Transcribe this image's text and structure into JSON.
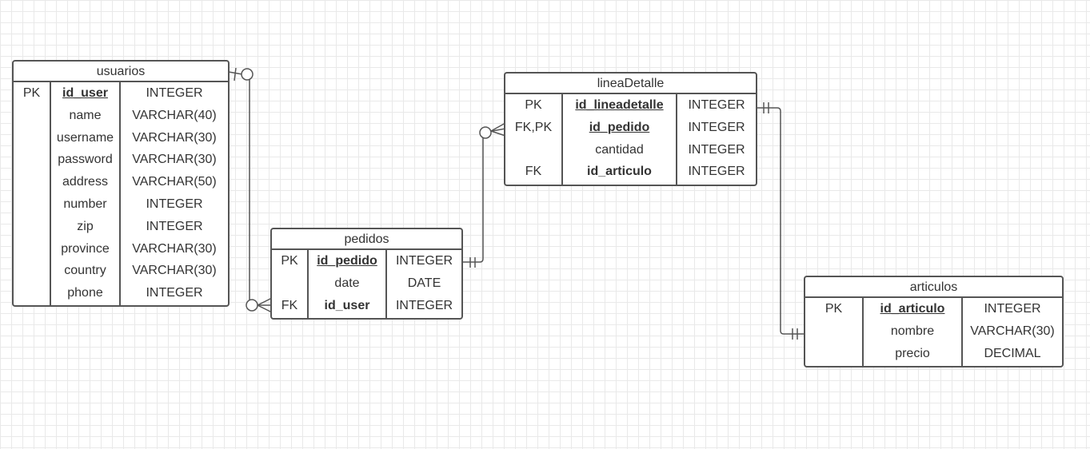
{
  "entities": [
    {
      "id": "usuarios",
      "title": "usuarios",
      "rows": [
        {
          "key": "PK",
          "name": "id_user",
          "type": "INTEGER",
          "style": "pk"
        },
        {
          "key": "",
          "name": "name",
          "type": "VARCHAR(40)",
          "style": ""
        },
        {
          "key": "",
          "name": "username",
          "type": "VARCHAR(30)",
          "style": ""
        },
        {
          "key": "",
          "name": "password",
          "type": "VARCHAR(30)",
          "style": ""
        },
        {
          "key": "",
          "name": "address",
          "type": "VARCHAR(50)",
          "style": ""
        },
        {
          "key": "",
          "name": "number",
          "type": "INTEGER",
          "style": ""
        },
        {
          "key": "",
          "name": "zip",
          "type": "INTEGER",
          "style": ""
        },
        {
          "key": "",
          "name": "province",
          "type": "VARCHAR(30)",
          "style": ""
        },
        {
          "key": "",
          "name": "country",
          "type": "VARCHAR(30)",
          "style": ""
        },
        {
          "key": "",
          "name": "phone",
          "type": "INTEGER",
          "style": ""
        }
      ]
    },
    {
      "id": "pedidos",
      "title": "pedidos",
      "rows": [
        {
          "key": "PK",
          "name": "id_pedido",
          "type": "INTEGER",
          "style": "pk"
        },
        {
          "key": "",
          "name": "date",
          "type": "DATE",
          "style": ""
        },
        {
          "key": "FK",
          "name": "id_user",
          "type": "INTEGER",
          "style": "fk"
        }
      ]
    },
    {
      "id": "lineaDetalle",
      "title": "lineaDetalle",
      "rows": [
        {
          "key": "PK",
          "name": "id_lineadetalle",
          "type": "INTEGER",
          "style": "pk"
        },
        {
          "key": "FK,PK",
          "name": "id_pedido",
          "type": "INTEGER",
          "style": "pk"
        },
        {
          "key": "",
          "name": "cantidad",
          "type": "INTEGER",
          "style": ""
        },
        {
          "key": "FK",
          "name": "id_articulo",
          "type": "INTEGER",
          "style": "fk"
        }
      ]
    },
    {
      "id": "articulos",
      "title": "articulos",
      "rows": [
        {
          "key": "PK",
          "name": "id_articulo",
          "type": "INTEGER",
          "style": "pk"
        },
        {
          "key": "",
          "name": "nombre",
          "type": "VARCHAR(30)",
          "style": ""
        },
        {
          "key": "",
          "name": "precio",
          "type": "DECIMAL",
          "style": ""
        }
      ]
    }
  ],
  "relationships": [
    {
      "from": "usuarios",
      "from_cardinality": "one-or-zero",
      "to": "pedidos",
      "to_cardinality": "zero-or-many"
    },
    {
      "from": "pedidos",
      "from_cardinality": "exactly-one",
      "to": "lineaDetalle",
      "to_cardinality": "zero-or-many"
    },
    {
      "from": "lineaDetalle",
      "from_cardinality": "exactly-one",
      "to": "articulos",
      "to_cardinality": "exactly-one"
    }
  ]
}
